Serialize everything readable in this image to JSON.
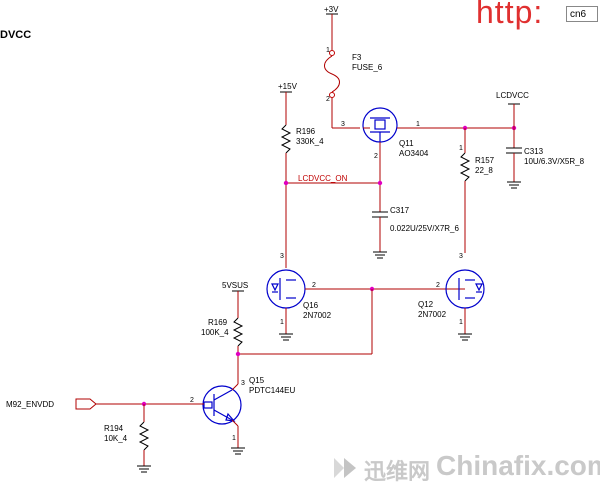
{
  "header": {
    "partial_net": "DVCC"
  },
  "watermark": {
    "top": "http:",
    "box": "cn6",
    "bottom_cn": "迅维网",
    "bottom_en": "Chinafix.com",
    "logo_icon": "chinafix-logo"
  },
  "rails": {
    "plus3v": "+3V",
    "plus15v": "+15V",
    "lcdvcc": "LCDVCC",
    "vsus": "5VSUS"
  },
  "nets": {
    "lcdvcc_on": "LCDVCC_ON",
    "m92_envdd": "M92_ENVDD"
  },
  "components": {
    "f3": {
      "ref": "F3",
      "value": "FUSE_6"
    },
    "r196": {
      "ref": "R196",
      "value": "330K_4"
    },
    "q11": {
      "ref": "Q11",
      "value": "AO3404"
    },
    "r157": {
      "ref": "R157",
      "value": "22_8"
    },
    "c313": {
      "ref": "C313",
      "value": "10U/6.3V/X5R_8"
    },
    "c317": {
      "ref": "C317",
      "value": "0.022U/25V/X7R_6"
    },
    "q16": {
      "ref": "Q16",
      "value": "2N7002"
    },
    "q12": {
      "ref": "Q12",
      "value": "2N7002"
    },
    "r169": {
      "ref": "R169",
      "value": "100K_4"
    },
    "q15": {
      "ref": "Q15",
      "value": "PDTC144EU"
    },
    "r194": {
      "ref": "R194",
      "value": "10K_4"
    }
  },
  "pins": {
    "p1": "1",
    "p2": "2",
    "p3": "3"
  },
  "colors": {
    "wire": "#b00000",
    "symbol": "#000000",
    "transistor": "#0000cc",
    "junction": "#e000c0",
    "net_label": "#c00000"
  }
}
